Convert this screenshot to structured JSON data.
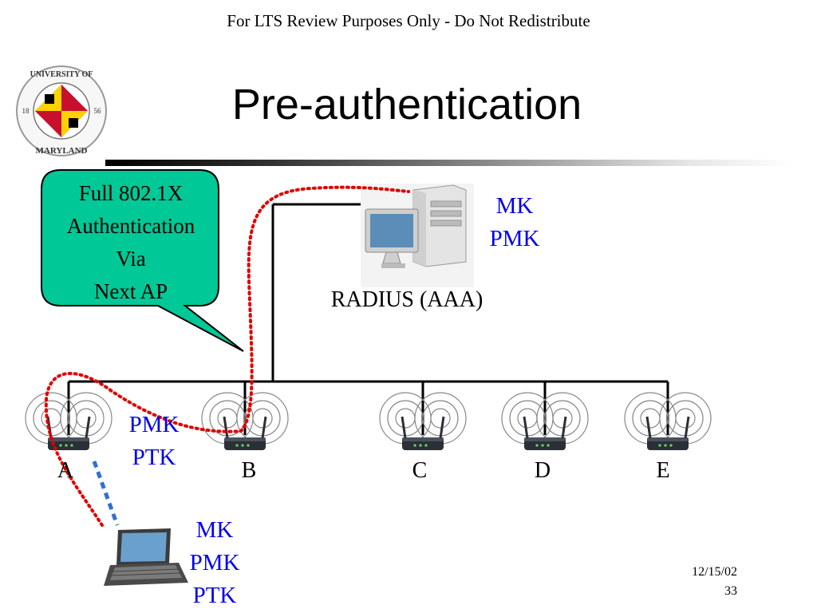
{
  "header": {
    "notice": "For LTS Review Purposes Only - Do Not Redistribute"
  },
  "slide": {
    "title": "Pre-authentication"
  },
  "logo": {
    "top_text": "UNIVERSITY OF",
    "bottom_text": "MARYLAND",
    "year_left": "18",
    "year_right": "56"
  },
  "callout": {
    "lines": [
      "Full 802.1X",
      "Authentication",
      "Via",
      "Next AP"
    ],
    "fill": "#00c896"
  },
  "server": {
    "label": "RADIUS (AAA)",
    "keys": [
      "MK",
      "PMK"
    ]
  },
  "access_points": [
    {
      "label": "A"
    },
    {
      "label": "B"
    },
    {
      "label": "C"
    },
    {
      "label": "D"
    },
    {
      "label": "E"
    }
  ],
  "ap_keys": [
    "PMK",
    "PTK"
  ],
  "client": {
    "keys": [
      "MK",
      "PMK",
      "PTK"
    ]
  },
  "colors": {
    "key_text": "#0000ee",
    "auth_path": "#e00000",
    "association_link": "#2f6fd6"
  },
  "footer": {
    "date": "12/15/02",
    "page": "33"
  }
}
